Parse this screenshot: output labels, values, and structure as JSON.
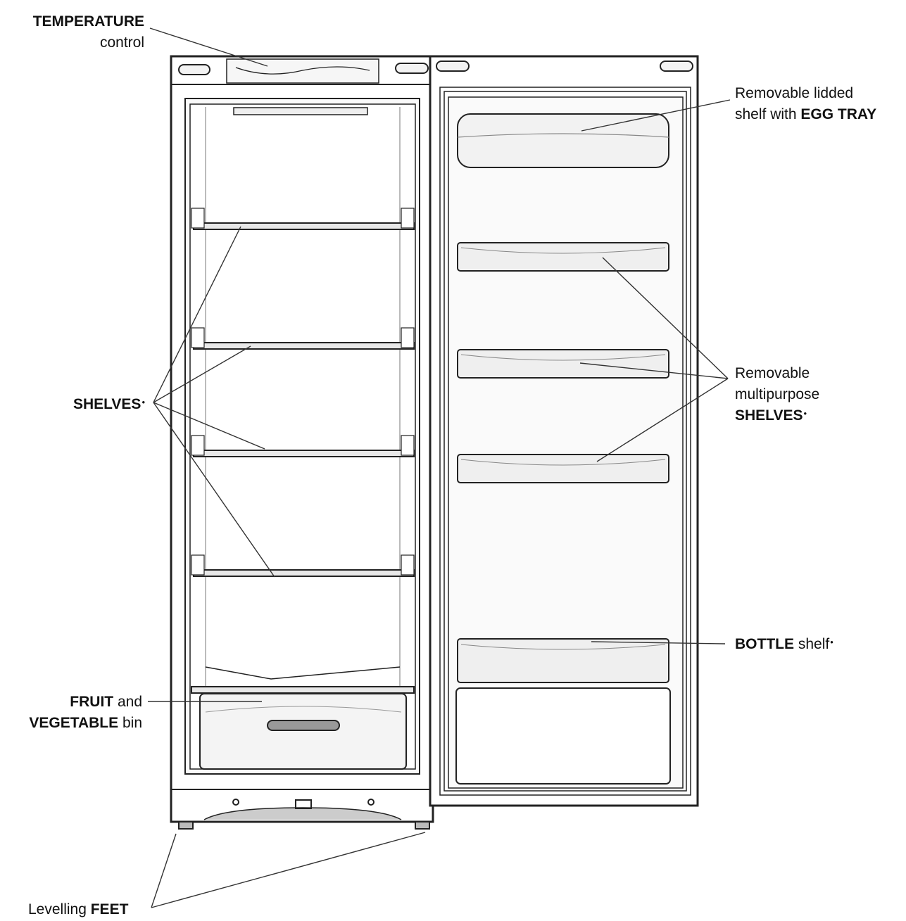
{
  "labels": {
    "temperature": {
      "strong": "TEMPERATURE",
      "rest": "control"
    },
    "egg_tray": {
      "line1": "Removable lidded",
      "line2_pre": "shelf with ",
      "line2_strong": "EGG TRAY"
    },
    "shelves": {
      "strong": "SHELVES",
      "mark": "•"
    },
    "door_shelves": {
      "line1": "Removable",
      "line2": "multipurpose",
      "line3_strong": "SHELVES",
      "mark": "•"
    },
    "bottle": {
      "strong": "BOTTLE",
      "rest": " shelf",
      "mark": "•"
    },
    "fruit": {
      "strong1": "FRUIT",
      "rest1": " and",
      "strong2": "VEGETABLE",
      "rest2": " bin"
    },
    "feet": {
      "pre": "Levelling ",
      "strong": "FEET"
    }
  }
}
